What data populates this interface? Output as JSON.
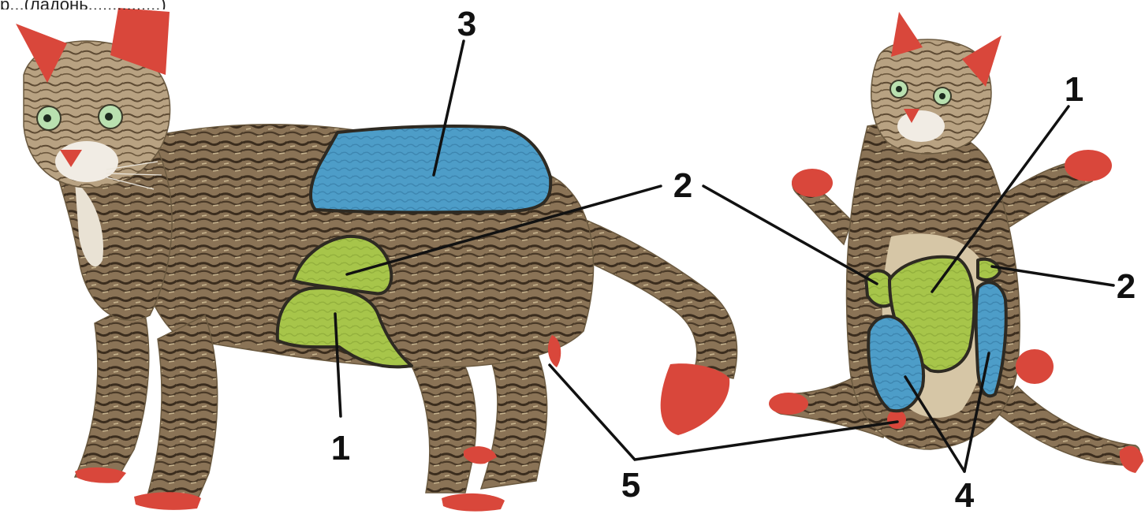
{
  "header_fragment": "р...(ладонь...............)",
  "colors": {
    "red_zone": "#d9473b",
    "green_zone": "#a7c54a",
    "blue_zone": "#4d9dc8",
    "outline": "#2e2a22",
    "label": "#111111"
  },
  "labels": {
    "side_1": "1",
    "side_2": "2",
    "side_3": "3",
    "back_1": "1",
    "back_2_left": "2",
    "back_2_right": "2",
    "back_4": "4",
    "shared_5": "5"
  }
}
